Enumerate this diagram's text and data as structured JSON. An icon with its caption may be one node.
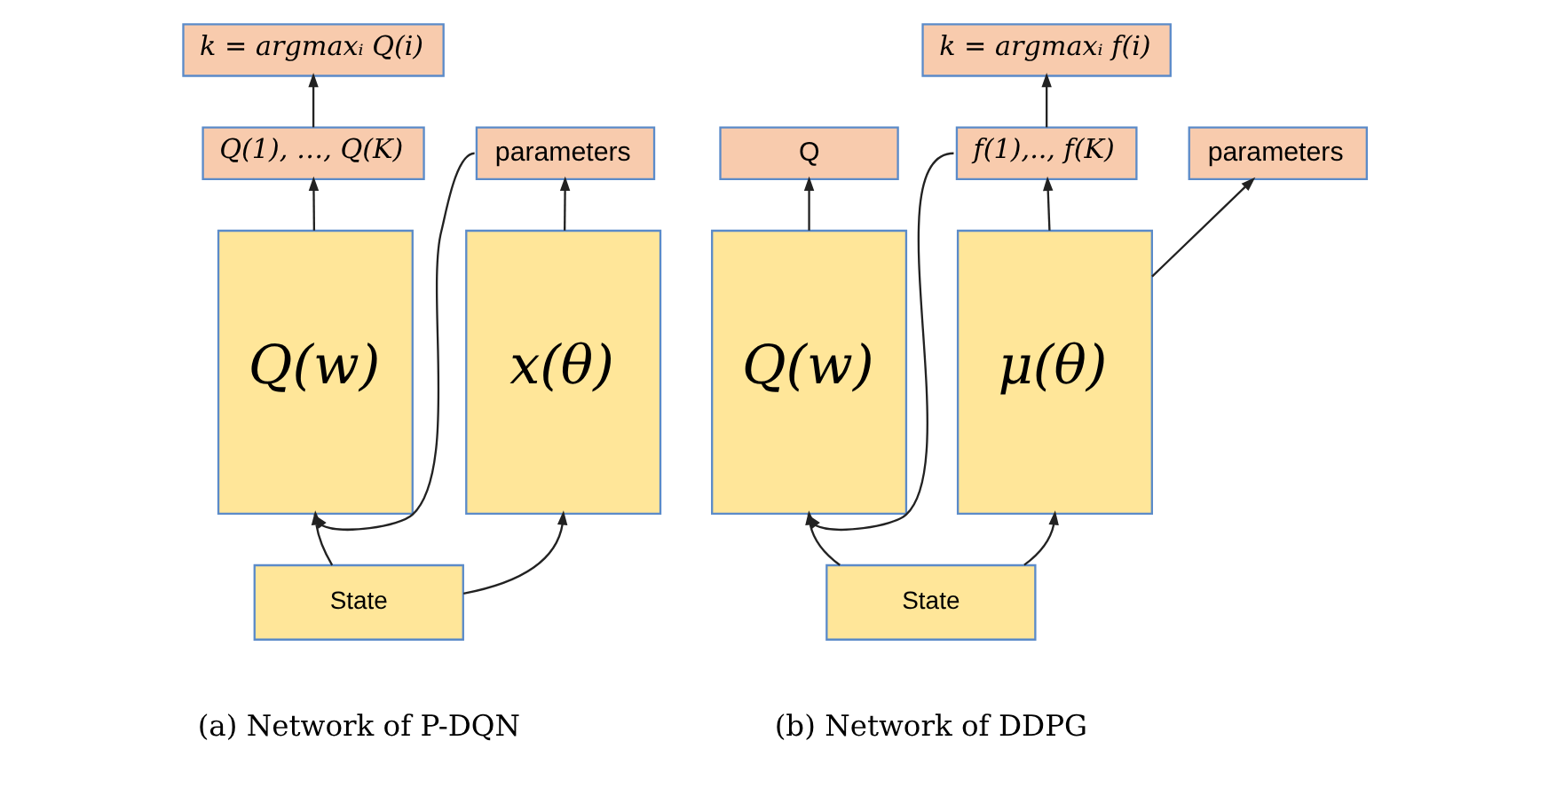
{
  "diagram": {
    "nodes": [
      {
        "text": [
          "k = argmaxᵢ Q(i)"
        ]
      },
      {
        "text": [
          "Q(1), …, Q(K)"
        ]
      },
      {
        "text": [
          "parameters"
        ]
      },
      {
        "text": [
          "Q(w)"
        ]
      },
      {
        "text": [
          "x(θ)"
        ]
      },
      {
        "text": [
          "State"
        ]
      },
      {
        "text": [
          "k = argmaxᵢ f(i)"
        ]
      },
      {
        "text": [
          "Q"
        ]
      },
      {
        "text": [
          "f(1),.., f(K)"
        ]
      },
      {
        "text": [
          "parameters"
        ]
      },
      {
        "text": [
          "Q(w)"
        ]
      },
      {
        "text": [
          "μ(θ)"
        ]
      },
      {
        "text": [
          "State"
        ]
      }
    ],
    "edges": [
      {
        "from": 1,
        "to": 0,
        "arrow": "to"
      },
      {
        "from": 3,
        "to": 1,
        "arrow": "to"
      },
      {
        "from": 4,
        "to": 2,
        "arrow": "to"
      },
      {
        "from": 2,
        "to": 3,
        "arrow": "to"
      },
      {
        "from": 5,
        "to": 3,
        "arrow": "to"
      },
      {
        "from": 5,
        "to": 4,
        "arrow": "to"
      },
      {
        "from": 8,
        "to": 6,
        "arrow": "to"
      },
      {
        "from": 10,
        "to": 7,
        "arrow": "to"
      },
      {
        "from": 11,
        "to": 8,
        "arrow": "to"
      },
      {
        "from": 11,
        "to": 9,
        "arrow": "to"
      },
      {
        "from": 8,
        "to": 10,
        "arrow": "to"
      },
      {
        "from": 12,
        "to": 10,
        "arrow": "to"
      },
      {
        "from": 12,
        "to": 11,
        "arrow": "to"
      }
    ],
    "labels": [
      "(a) Network of P-DQN",
      "(b) Network of DDPG"
    ]
  }
}
